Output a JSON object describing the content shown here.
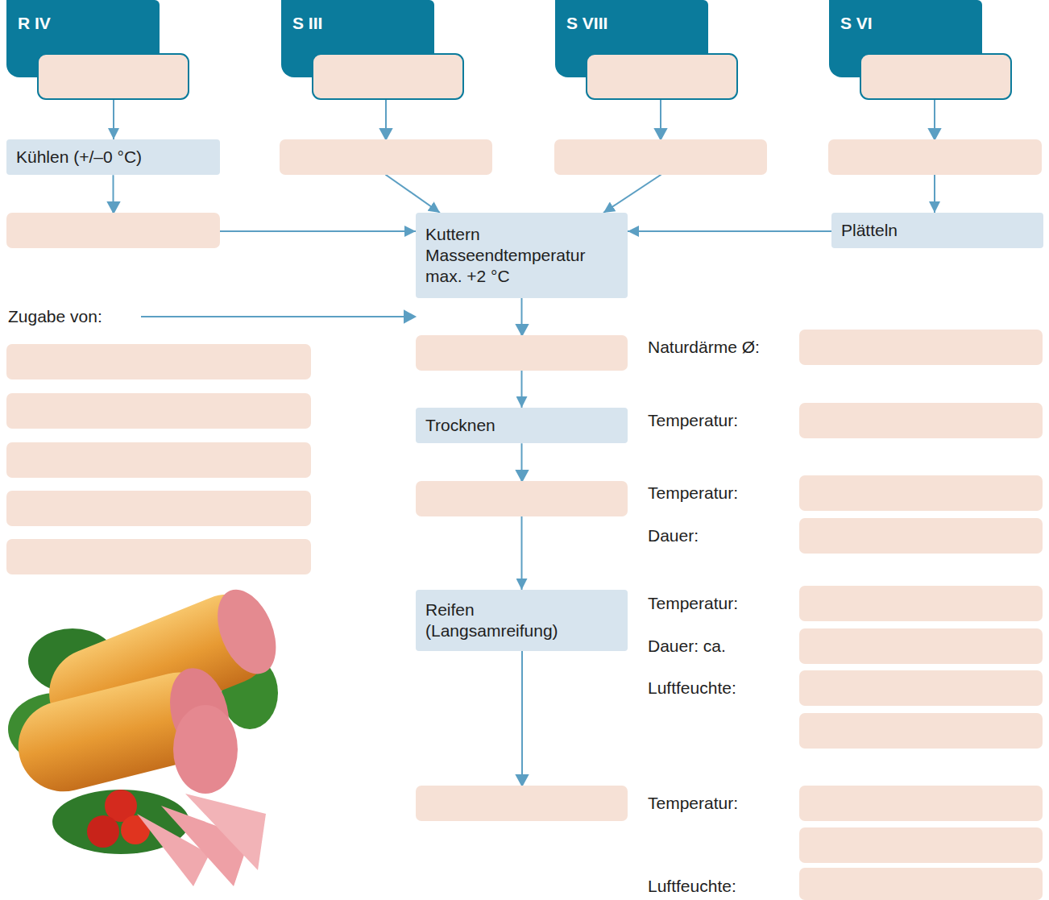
{
  "diagram": {
    "nodes": [
      {
        "text": [
          "R IV"
        ]
      },
      {
        "text": [
          "S III"
        ]
      },
      {
        "text": [
          "S VIII"
        ]
      },
      {
        "text": [
          "S VI"
        ]
      },
      {
        "text": [
          "Kühlen (+/–0 °C)"
        ]
      },
      {
        "text": [
          "Kuttern",
          "Masseendtemperatur max. +2 °C"
        ]
      },
      {
        "text": [
          "Plätteln"
        ]
      },
      {
        "text": [
          "Trocknen"
        ]
      },
      {
        "text": [
          "Reifen (Langsamreifung)"
        ]
      }
    ],
    "edges": [
      {
        "from": 0,
        "to": 4,
        "arrow": "to"
      },
      {
        "from": 4,
        "to": 5,
        "arrow": "to"
      },
      {
        "from": 1,
        "to": 5,
        "arrow": "to"
      },
      {
        "from": 2,
        "to": 5,
        "arrow": "to"
      },
      {
        "from": 3,
        "to": 6,
        "arrow": "to"
      },
      {
        "from": 6,
        "to": 5,
        "arrow": "to"
      },
      {
        "from": 5,
        "to": 7,
        "arrow": "to"
      },
      {
        "from": 7,
        "to": 8,
        "arrow": "to"
      }
    ],
    "labels": [
      "Zugabe von:",
      "Naturdärme Ø:",
      "Temperatur:",
      "Temperatur:",
      "Dauer:",
      "Temperatur:",
      "Dauer: ca.",
      "Luftfeuchte:",
      "Temperatur:",
      "Luftfeuchte:"
    ]
  }
}
